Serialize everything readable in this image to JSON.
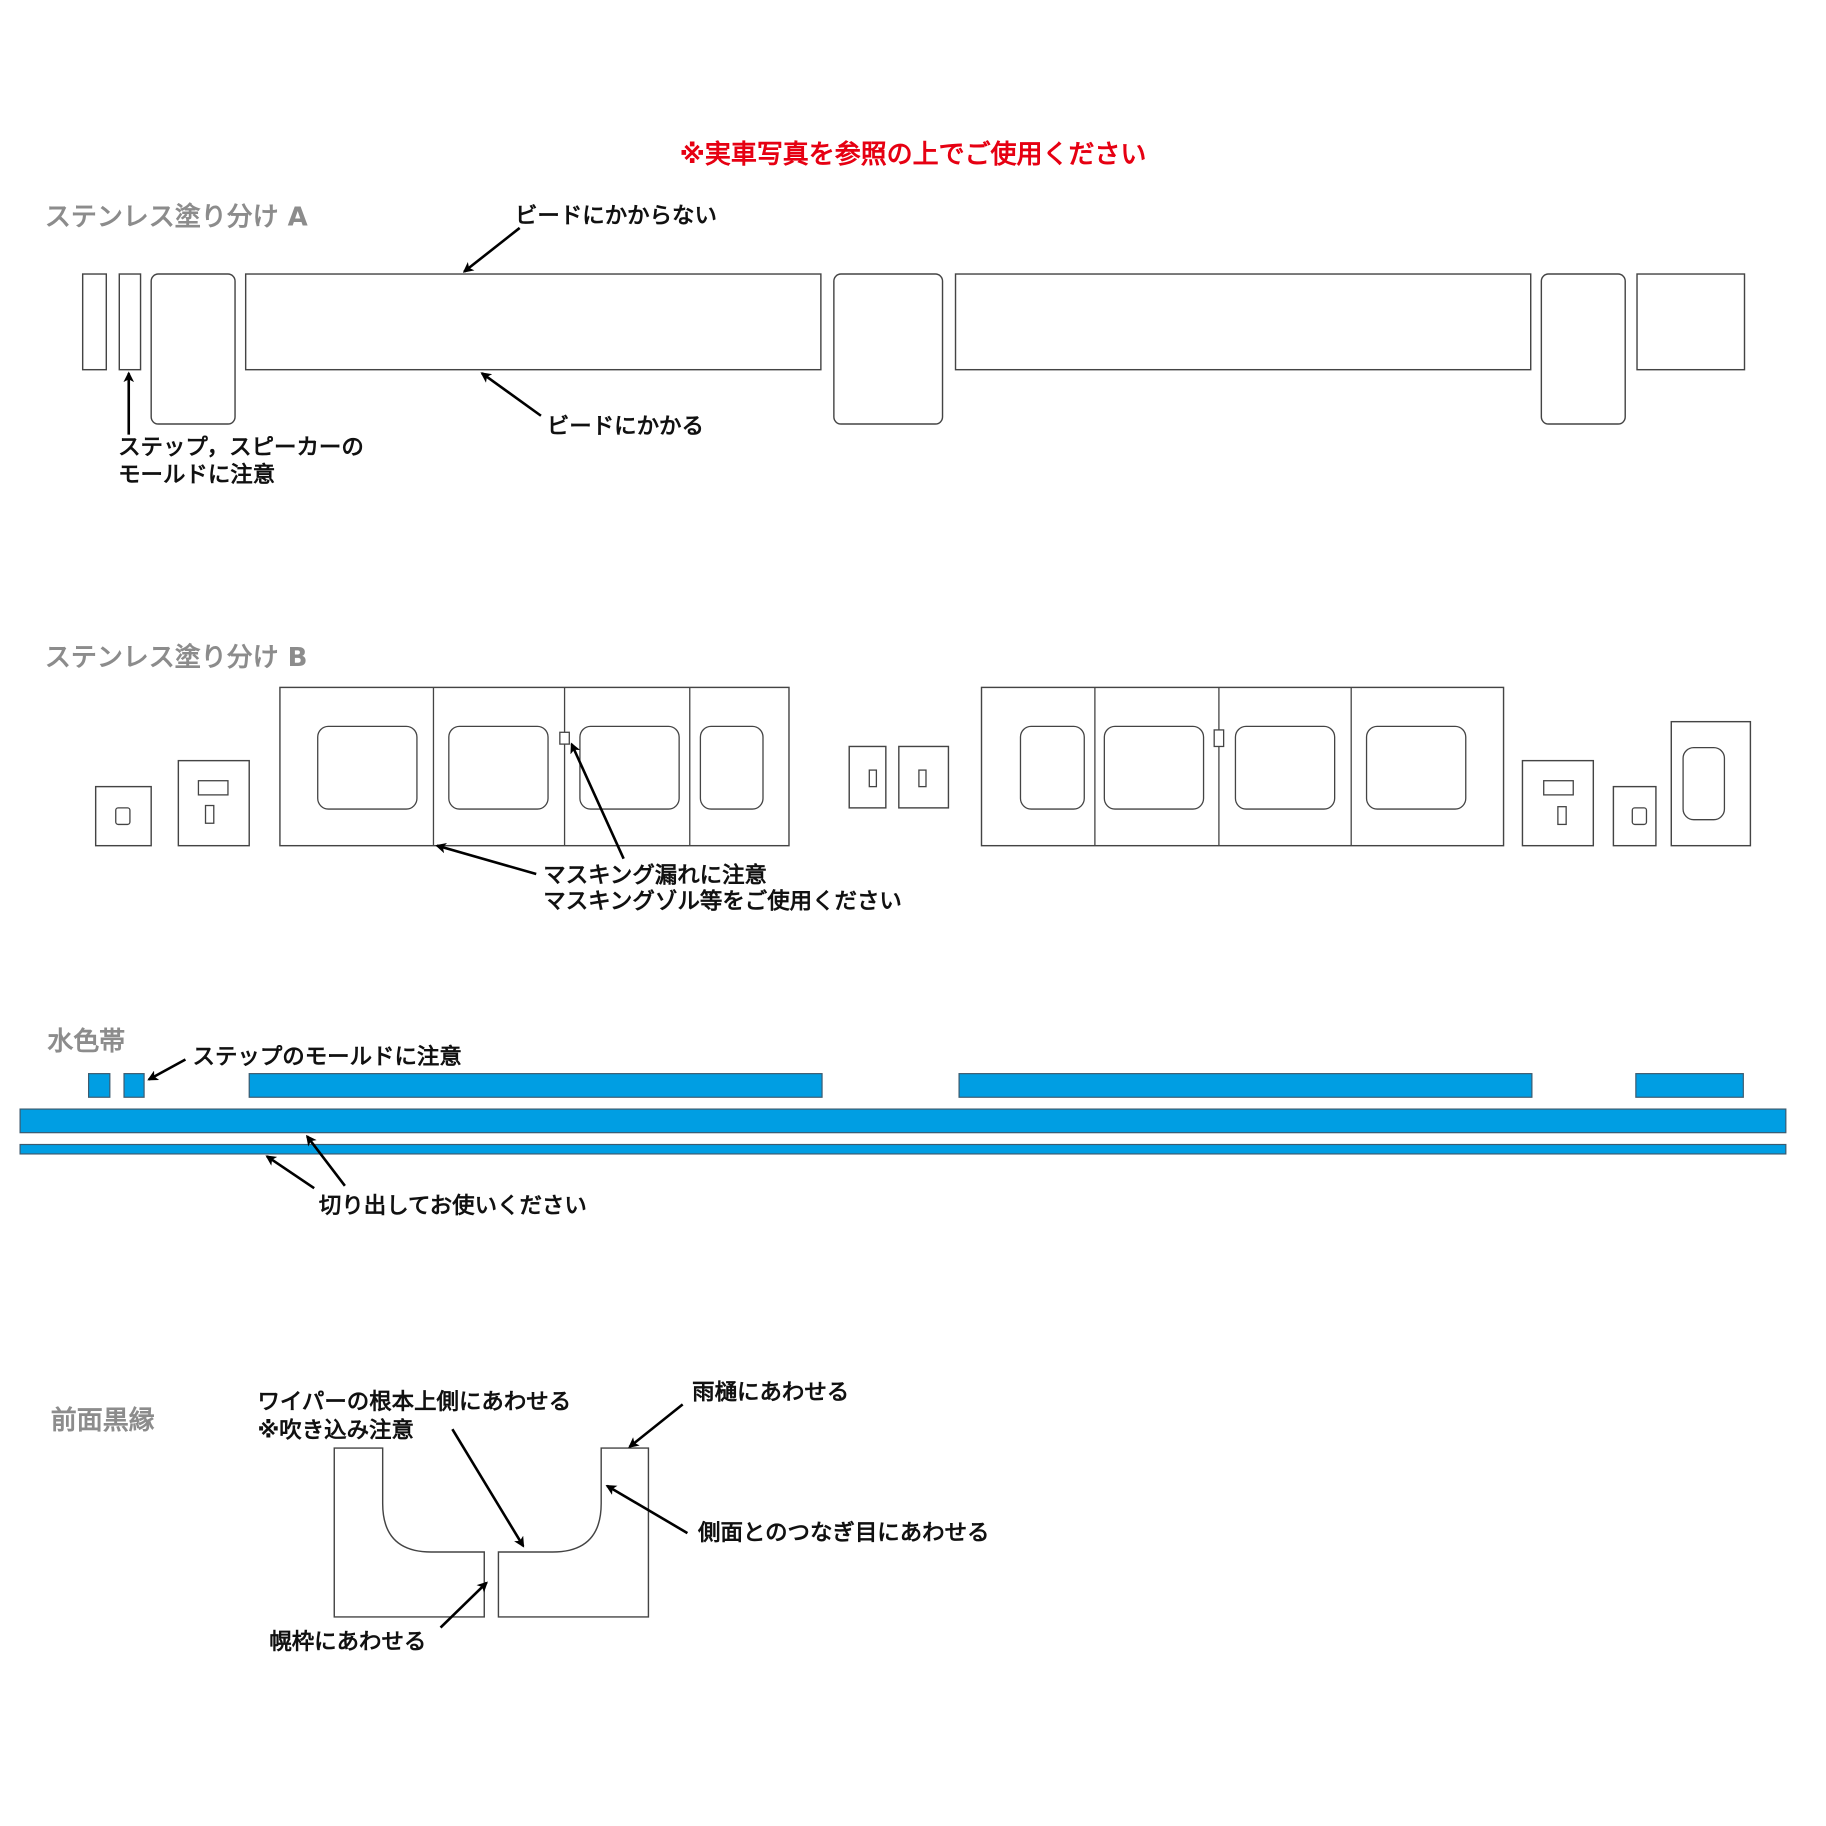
{
  "header": {
    "warning": "※実車写真を参照の上でご使用ください"
  },
  "colors": {
    "warning": "#e60012",
    "band": "#009ee3",
    "section_title": "#8c8c8c"
  },
  "sections": {
    "stainless_a": {
      "title": "ステンレス塗り分け A",
      "notes": {
        "bead_not_cover": "ビードにかからない",
        "bead_cover": "ビードにかかる",
        "step_line1": "ステップ，スピーカーの",
        "step_line2": "モールドに注意"
      }
    },
    "stainless_b": {
      "title": "ステンレス塗り分け B",
      "notes": {
        "masking_line1": "マスキング漏れに注意",
        "masking_line2": "マスキングゾル等をご使用ください"
      }
    },
    "light_blue_band": {
      "title": "水色帯",
      "notes": {
        "step_mold": "ステップのモールドに注意",
        "cut_out": "切り出してお使いください"
      }
    },
    "front_black_edge": {
      "title": "前面黒縁",
      "notes": {
        "wiper_line1": "ワイパーの根本上側にあわせる",
        "wiper_line2": "※吹き込み注意",
        "rain_gutter": "雨樋にあわせる",
        "side_seam": "側面とのつなぎ目にあわせる",
        "hood_frame": "幌枠にあわせる"
      }
    }
  }
}
